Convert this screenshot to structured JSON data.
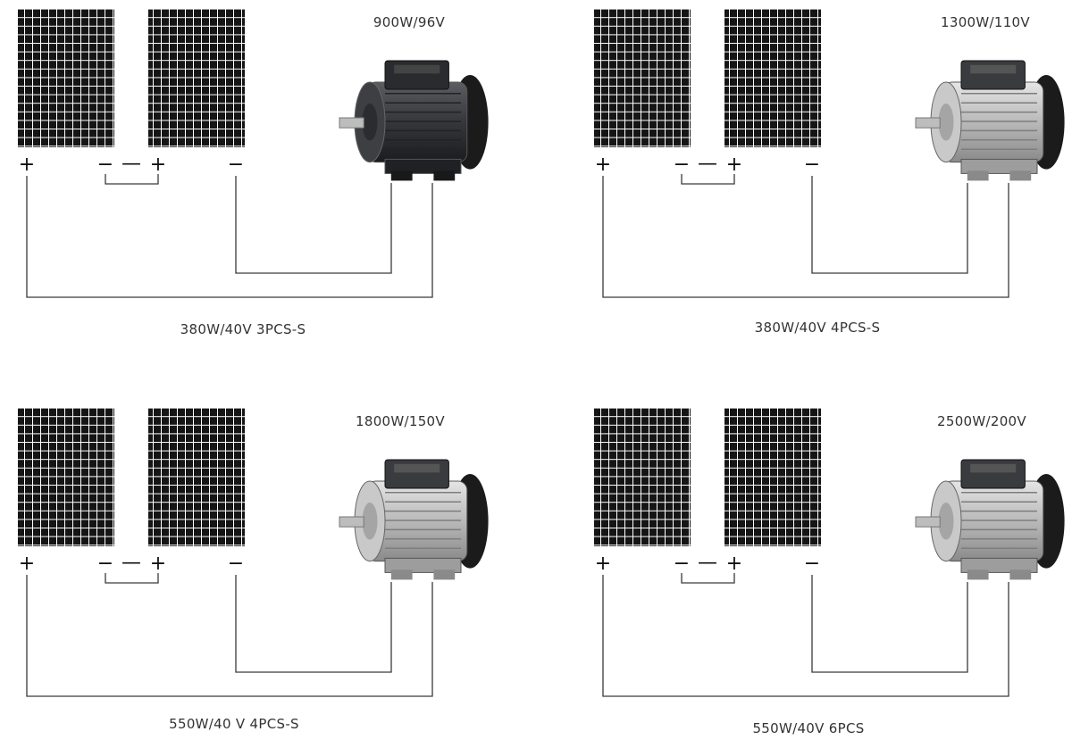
{
  "colors": {
    "panel": "#151515",
    "grid": "#ffffff",
    "wire": "#3a3a3a",
    "text": "#333333"
  },
  "diagrams": [
    {
      "panel_label": "380W/40V 3PCS-S",
      "motor_label": "900W/96V",
      "motor_style": "dark",
      "plus": "+",
      "minus": "−",
      "link": "—"
    },
    {
      "panel_label": "380W/40V 4PCS-S",
      "motor_label": "1300W/110V",
      "motor_style": "silver",
      "plus": "+",
      "minus": "−",
      "link": "—"
    },
    {
      "panel_label": "550W/40 V 4PCS-S",
      "motor_label": "1800W/150V",
      "motor_style": "silver",
      "plus": "+",
      "minus": "−",
      "link": "—"
    },
    {
      "panel_label": "550W/40V 6PCS",
      "motor_label": "2500W/200V",
      "motor_style": "silver",
      "plus": "+",
      "minus": "−",
      "link": "—"
    }
  ]
}
